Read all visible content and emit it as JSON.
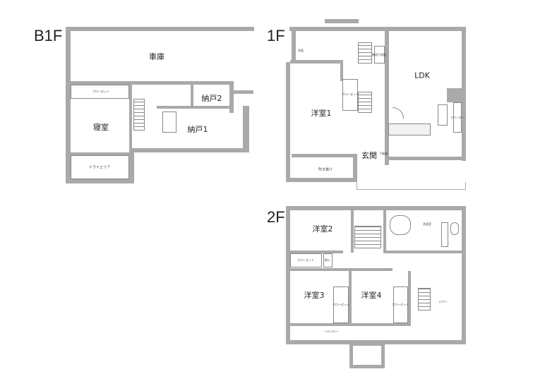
{
  "floors": {
    "b1f": {
      "label": "B1F",
      "rooms": {
        "garage": "車庫",
        "closet": "クローゼット",
        "bedroom": "寝室",
        "storage2": "納戸2",
        "storage1": "納戸1",
        "dry_area": "ドライエリア"
      }
    },
    "f1": {
      "label": "1F",
      "rooms": {
        "washroom": "洗面",
        "under_stairs": "階段下収納",
        "ldk": "LDK",
        "western1": "洋室1",
        "closet": "クローゼット",
        "entrance": "玄関",
        "void": "吹き抜け",
        "counter": "カウンター",
        "shoe": "下駄箱"
      }
    },
    "f2": {
      "label": "2F",
      "rooms": {
        "western2": "洋室2",
        "closet_a": "クローゼット",
        "linen": "物入",
        "western3": "洋室3",
        "western4": "洋室4",
        "closet3": "クローゼット",
        "closet4": "クローゼット",
        "washroom": "洗面室",
        "loft": "ロフト",
        "balcony": "バルコニー"
      }
    }
  }
}
